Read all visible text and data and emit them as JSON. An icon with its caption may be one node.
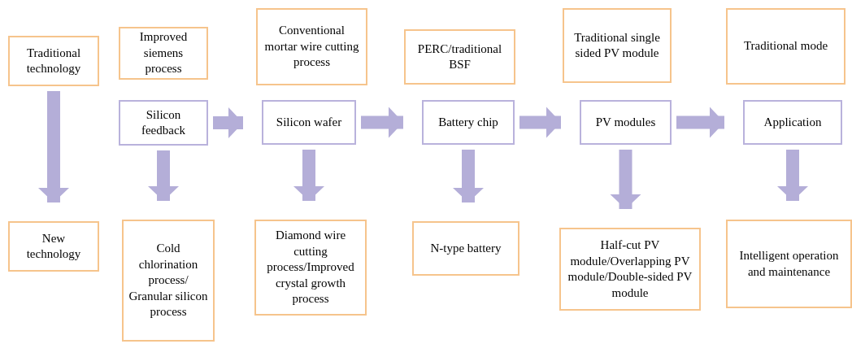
{
  "diagram": {
    "nodes": [
      {
        "text": [
          "Traditional technology"
        ]
      },
      {
        "text": [
          "New technology"
        ]
      },
      {
        "text": [
          "Improved siemens process"
        ]
      },
      {
        "text": [
          "Silicon feedback"
        ]
      },
      {
        "text": [
          "Cold chlorination process/ Granular silicon process"
        ]
      },
      {
        "text": [
          "Conventional mortar wire cutting process"
        ]
      },
      {
        "text": [
          "Silicon wafer"
        ]
      },
      {
        "text": [
          "Diamond wire cutting process/Improved crystal growth process"
        ]
      },
      {
        "text": [
          "PERC/traditional BSF"
        ]
      },
      {
        "text": [
          "Battery chip"
        ]
      },
      {
        "text": [
          "N-type battery"
        ]
      },
      {
        "text": [
          "Traditional single sided PV module"
        ]
      },
      {
        "text": [
          "PV modules"
        ]
      },
      {
        "text": [
          "Half-cut PV module/Overlapping PV module/Double-sided PV module"
        ]
      },
      {
        "text": [
          "Traditional mode"
        ]
      },
      {
        "text": [
          "Application"
        ]
      },
      {
        "text": [
          "Intelligent operation and maintenance"
        ]
      }
    ],
    "edges": [
      {
        "from": 0,
        "to": 1,
        "arrow": "to"
      },
      {
        "from": 3,
        "to": 4,
        "arrow": "to"
      },
      {
        "from": 3,
        "to": 6,
        "arrow": "to"
      },
      {
        "from": 6,
        "to": 7,
        "arrow": "to"
      },
      {
        "from": 6,
        "to": 9,
        "arrow": "to"
      },
      {
        "from": 9,
        "to": 10,
        "arrow": "to"
      },
      {
        "from": 9,
        "to": 12,
        "arrow": "to"
      },
      {
        "from": 12,
        "to": 13,
        "arrow": "to"
      },
      {
        "from": 12,
        "to": 15,
        "arrow": "to"
      },
      {
        "from": 15,
        "to": 16,
        "arrow": "to"
      }
    ]
  }
}
